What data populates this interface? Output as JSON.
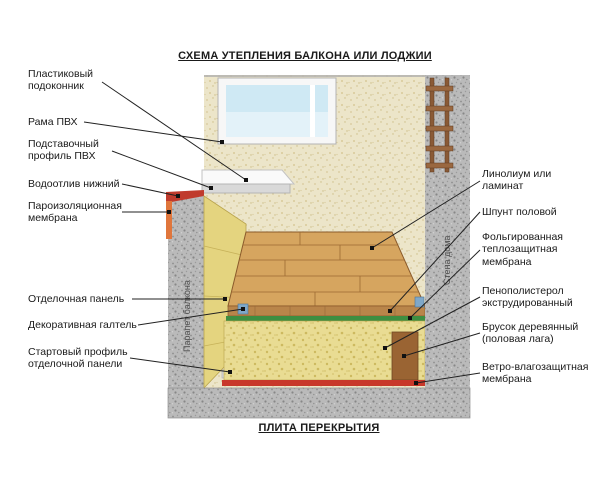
{
  "title": "СХЕМА УТЕПЛЕНИЯ БАЛКОНА ИЛИ ЛОДЖИИ",
  "slab_label": "ПЛИТА ПЕРЕКРЫТИЯ",
  "vertical_labels": {
    "parapet": "Парапет балкона",
    "house_wall": "Стена дома"
  },
  "left_labels": [
    {
      "text": "Пластиковый подоконник"
    },
    {
      "text": "Рама ПВХ"
    },
    {
      "text": "Подставочный профиль ПВХ"
    },
    {
      "text": "Водоотлив нижний"
    },
    {
      "text": "Пароизоляционная мембрана"
    },
    {
      "text": "Отделочная панель"
    },
    {
      "text": "Декоративная галтель"
    },
    {
      "text": "Стартовый профиль отделочной панели"
    }
  ],
  "right_labels": [
    {
      "text": "Линолиум или ламинат"
    },
    {
      "text": "Шпунт половой"
    },
    {
      "text": "Фольгированная теплозащитная мембрана"
    },
    {
      "text": "Пенополистерол экструдированный"
    },
    {
      "text": "Брусок деревянный (половая лага)"
    },
    {
      "text": "Ветро-влагозащитная мембрана"
    }
  ],
  "colors": {
    "concrete": "#bababa",
    "wall_plaster": "#ece5c9",
    "foam_insulation": "#e9dc93",
    "wood_floor": "#d6a55f",
    "window_glass": "#cfe9f4",
    "foil_membrane_green": "#3e8e41",
    "wind_membrane_red": "#c8382a",
    "drip_red": "#c03b2d",
    "vapor_membrane_orange": "#e0763c",
    "joist_brown": "#9a6433",
    "fillet_blue": "#7fa8c9",
    "panel_yellow": "#e4d47f"
  }
}
